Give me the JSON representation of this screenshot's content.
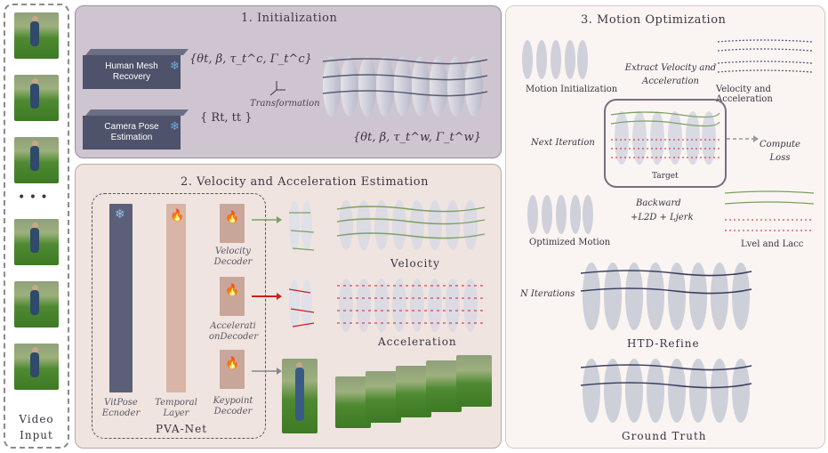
{
  "input": {
    "label": "Video Input",
    "dots": "• • •"
  },
  "initialization": {
    "title": "1. Initialization",
    "hmr_label": "Human Mesh Recovery",
    "camera_label": "Camera Pose Estimation",
    "hmr_output": "{θt, β, τ_t^c, Γ_t^c}",
    "camera_output": "{ Rt, tt }",
    "transformation": "Transformation",
    "world_output": "{θt, β, τ_t^w, Γ_t^w}"
  },
  "estimation": {
    "title": "2. Velocity and Acceleration Estimation",
    "vitpose": "VitPose Ecnoder",
    "temporal": "Temporal Layer",
    "velocity_decoder": "Velocity Decoder",
    "acceleration_decoder": "Accelerati onDecoder",
    "keypoint_decoder": "Keypoint Decoder",
    "pva_net": "PVA-Net",
    "velocity": "Velocity",
    "acceleration": "Acceleration"
  },
  "optimization": {
    "title": "3. Motion Optimization",
    "motion_init": "Motion Initialization",
    "extract": "Extract Velocity and Acceleration",
    "vel_acc": "Velocity and Acceleration",
    "next_iter": "Next Iteration",
    "target": "Target",
    "compute_loss": "Compute Loss",
    "backward": "Backward",
    "loss_terms": "+L2D + Ljerk",
    "optimized": "Optimized Motion",
    "l_vel_acc": "Lvel and Lacc",
    "n_iter": "N Iterations",
    "htd_refine": "HTD-Refine",
    "ground_truth": "Ground Truth"
  },
  "colors": {
    "panel1": "#cfc5d0",
    "panel2": "#efe4e0",
    "panel3": "#faf5f2",
    "velocity": "#7aa060",
    "acceleration": "#cc2020",
    "mesh": "#c7c9d4"
  }
}
